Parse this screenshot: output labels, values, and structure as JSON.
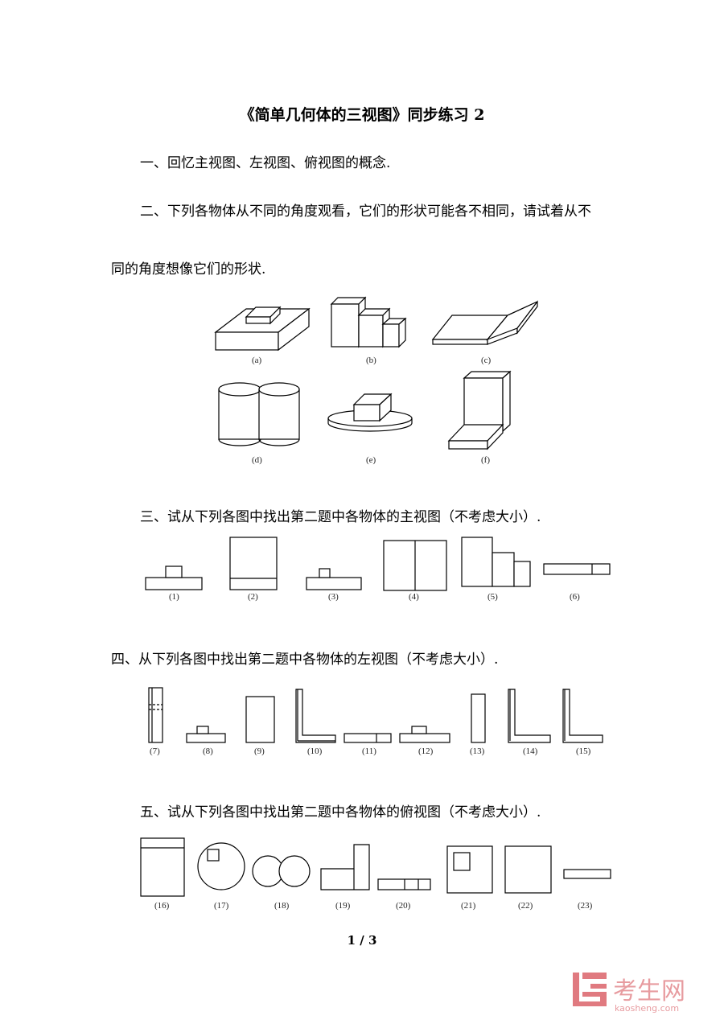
{
  "title": "《简单几何体的三视图》同步练习 2",
  "q1": "一、回忆主视图、左视图、俯视图的概念.",
  "q2_line1": "二、下列各物体从不同的角度观看，它们的形状可能各不相同，请试着从不",
  "q2_line2": "同的角度想像它们的形状.",
  "objects": [
    "(a)",
    "(b)",
    "(c)",
    "(d)",
    "(e)",
    "(f)"
  ],
  "q3": "三、试从下列各图中找出第二题中各物体的主视图（不考虑大小）.",
  "front_labels": [
    "(1)",
    "(2)",
    "(3)",
    "(4)",
    "(5)",
    "(6)"
  ],
  "q4": "四、从下列各图中找出第二题中各物体的左视图（不考虑大小）.",
  "left_labels": [
    "(7)",
    "(8)",
    "(9)",
    "(10)",
    "(11)",
    "(12)",
    "(13)",
    "(14)",
    "(15)"
  ],
  "q5": "五、试从下列各图中找出第二题中各物体的俯视图（不考虑大小）.",
  "top_labels": [
    "(16)",
    "(17)",
    "(18)",
    "(19)",
    "(20)",
    "(21)",
    "(22)",
    "(23)"
  ],
  "page_number": "1 / 3",
  "watermark": {
    "brand": "考生网",
    "site": "kaosheng.com",
    "color": "#e07a80"
  }
}
